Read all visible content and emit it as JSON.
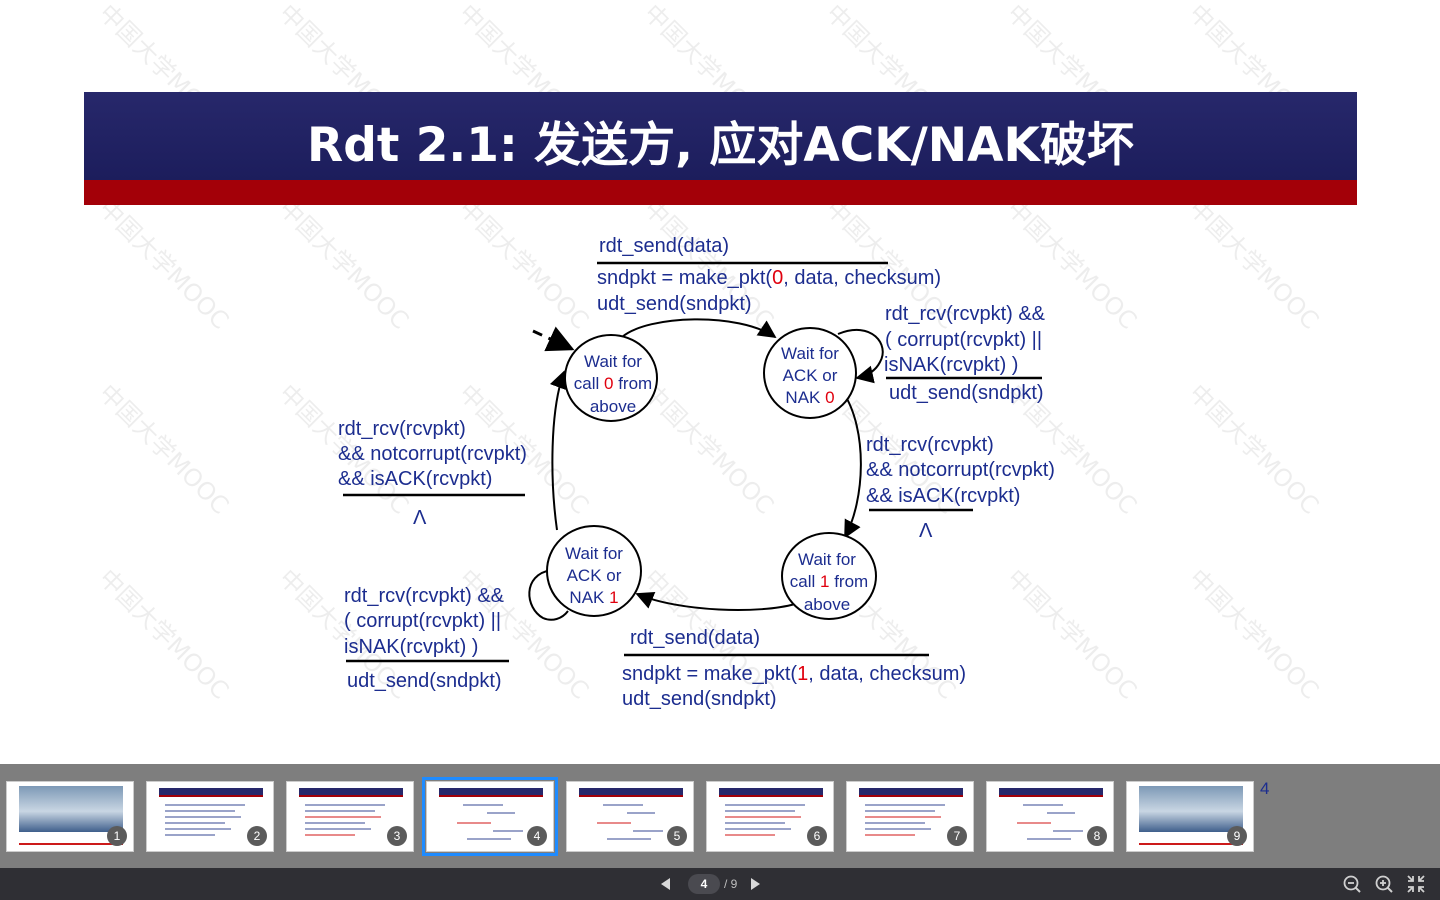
{
  "slide": {
    "title": "Rdt 2.1: 发送方, 应对ACK/NAK破坏",
    "watermark_text": "中国大学MOOC",
    "colors": {
      "header": "#27286b",
      "header_red": "#a30008",
      "text_blue": "#1c2d8f",
      "highlight_red": "#e0000e"
    },
    "states": {
      "wait_call0": {
        "l1": "Wait for",
        "l2a": "call ",
        "l2num": "0",
        "l2b": " from",
        "l3": "above"
      },
      "wait_ack0": {
        "l1": "Wait for",
        "l2": "ACK or",
        "l3a": "NAK ",
        "l3num": "0"
      },
      "wait_call1": {
        "l1": "Wait for",
        "l2a": "call ",
        "l2num": "1",
        "l2b": " from",
        "l3": "above"
      },
      "wait_ack1": {
        "l1": "Wait for",
        "l2": "ACK or",
        "l3a": "NAK ",
        "l3num": "1"
      }
    },
    "transitions": {
      "top": {
        "event": "rdt_send(data)",
        "action1a": "sndpkt = make_pkt(",
        "action1num": "0",
        "action1b": ", data, checksum)",
        "action2": "udt_send(sndpkt)"
      },
      "ack0_loop": {
        "event1": "rdt_rcv(rcvpkt) &&",
        "event2": "( corrupt(rcvpkt) ||",
        "event3": "isNAK(rcvpkt) )",
        "action": "udt_send(sndpkt)"
      },
      "right": {
        "event1": "rdt_rcv(rcvpkt)",
        "event2": "&& notcorrupt(rcvpkt)",
        "event3": "&& isACK(rcvpkt)",
        "action": "Λ"
      },
      "left": {
        "event1": "rdt_rcv(rcvpkt)",
        "event2": "&& notcorrupt(rcvpkt)",
        "event3": "&& isACK(rcvpkt)",
        "action": "Λ"
      },
      "ack1_loop": {
        "event1": "rdt_rcv(rcvpkt) &&",
        "event2": "( corrupt(rcvpkt) ||",
        "event3": "isNAK(rcvpkt) )",
        "action": "udt_send(sndpkt)"
      },
      "bottom": {
        "event": "rdt_send(data)",
        "action1a": "sndpkt = make_pkt(",
        "action1num": "1",
        "action1b": ", data, checksum)",
        "action2": "udt_send(sndpkt)"
      }
    }
  },
  "thumbnails": [
    {
      "num": "1",
      "kind": "cover"
    },
    {
      "num": "2",
      "kind": "section"
    },
    {
      "num": "3",
      "kind": "text"
    },
    {
      "num": "4",
      "kind": "fsm",
      "active": true
    },
    {
      "num": "5",
      "kind": "fsm"
    },
    {
      "num": "6",
      "kind": "text"
    },
    {
      "num": "7",
      "kind": "text"
    },
    {
      "num": "8",
      "kind": "fsm"
    },
    {
      "num": "9",
      "kind": "cover"
    }
  ],
  "page_peek_number": "4",
  "nav": {
    "current_page": "4",
    "total_pages": "/ 9"
  },
  "icons": {
    "prev": "triangle-left-icon",
    "next": "triangle-right-icon",
    "zoom_out": "zoom-out-icon",
    "zoom_in": "zoom-in-icon",
    "fullscreen": "exit-fullscreen-icon"
  }
}
